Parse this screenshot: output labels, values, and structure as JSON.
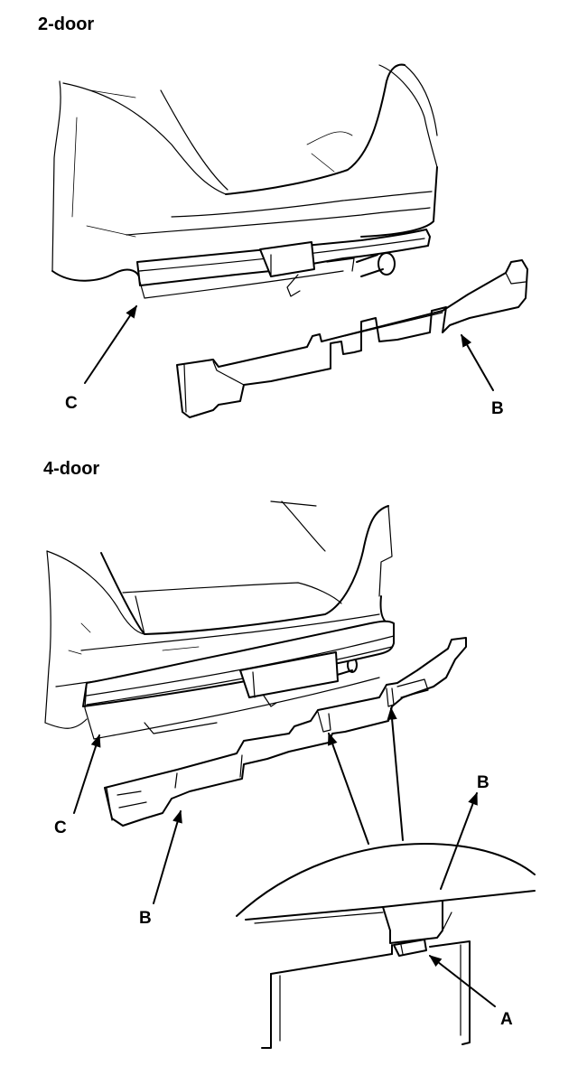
{
  "headings": {
    "two_door": "2-door",
    "four_door": "4-door"
  },
  "callouts": {
    "two_door_c": "C",
    "two_door_b": "B",
    "four_door_c": "C",
    "four_door_b_lower": "B",
    "four_door_b_detail": "B",
    "four_door_a": "A"
  }
}
